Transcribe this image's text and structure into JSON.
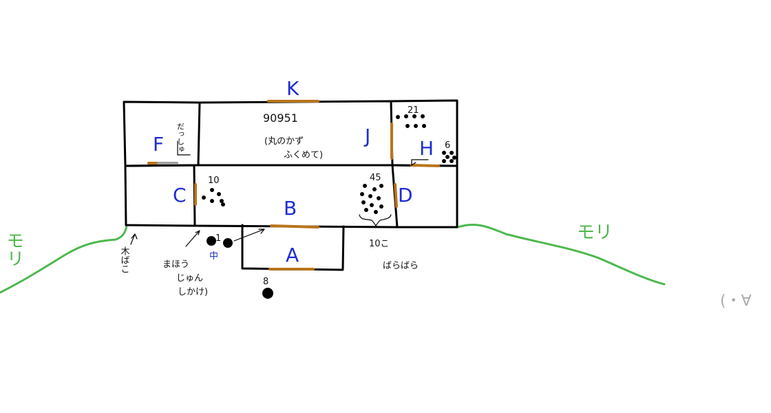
{
  "rooms": {
    "A": "A",
    "B": "B",
    "C": "C",
    "D": "D",
    "F": "F",
    "H": "H",
    "J": "J",
    "K": "K"
  },
  "counts": {
    "k": "90951",
    "c": "10",
    "b": "45",
    "j": "21",
    "h": "6",
    "start": "8",
    "b_left": "1"
  },
  "notes": {
    "k_paren_1": "(丸のかず",
    "k_paren_2": "ふくめて)",
    "f_side": "だっしゅ",
    "outside_wood": "木ばこ",
    "puzzle_1": "まほう",
    "puzzle_2": "じゅん",
    "puzzle_3": "しかけ)",
    "scatter_1": "10こ",
    "scatter_2": "ばらばら",
    "middle": "中"
  },
  "forest": {
    "left": "モリ",
    "right": "モリ"
  },
  "corner_mark": "(・∀",
  "colors": {
    "room_label": "#1f2bd6",
    "door": "#b8741a",
    "forest": "#4cb84c"
  }
}
